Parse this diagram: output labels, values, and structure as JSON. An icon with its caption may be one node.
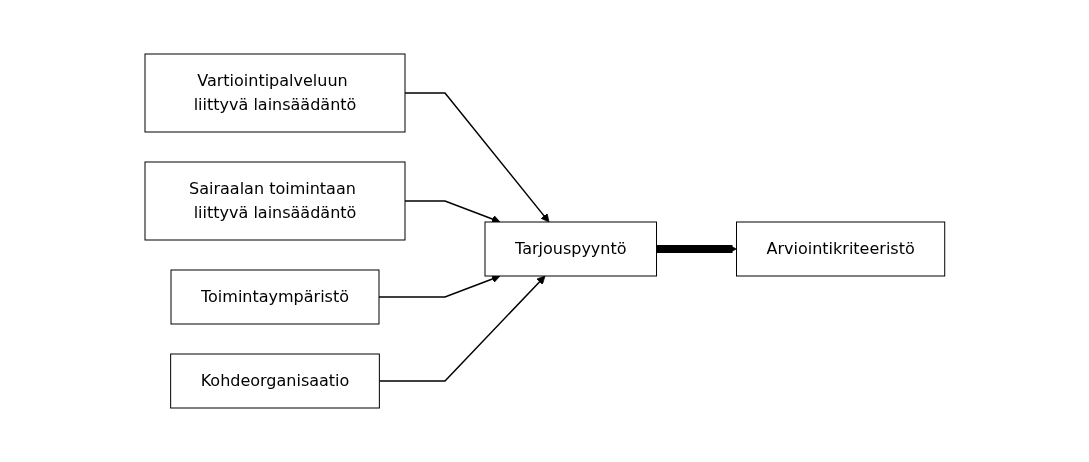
{
  "diagram": {
    "nodes": [
      {
        "text": [
          "Vartiointipalveluun liittyvä lainsäädäntö"
        ]
      },
      {
        "text": [
          "Sairaalan toimintaan liittyvä lainsäädäntö"
        ]
      },
      {
        "text": [
          "Toimintaympäristö"
        ]
      },
      {
        "text": [
          "Kohdeorganisaatio"
        ]
      },
      {
        "text": [
          "Tarjouspyyntö"
        ]
      },
      {
        "text": [
          "Arviointikriteeristö"
        ]
      }
    ],
    "edges": [
      {
        "from": 0,
        "to": 4,
        "arrow": "to"
      },
      {
        "from": 1,
        "to": 4,
        "arrow": "to"
      },
      {
        "from": 2,
        "to": 4,
        "arrow": "to"
      },
      {
        "from": 3,
        "to": 4,
        "arrow": "to"
      },
      {
        "from": 4,
        "to": 5,
        "arrow": "to",
        "style": "thick"
      }
    ]
  }
}
